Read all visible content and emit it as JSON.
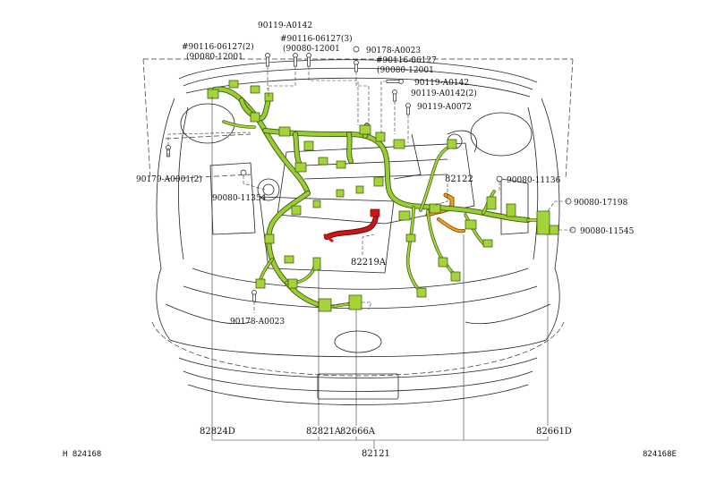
{
  "diagram": {
    "colors": {
      "main_harness": "#9acd32",
      "harness_outline": "#3a5a12",
      "battery_cable": "#d21414",
      "engine_room_wire": "#f0a020"
    },
    "labels": {
      "p90119_a0142_top": "90119-A0142",
      "p90116_06127_2": "#90116-06127(2)",
      "p90080_12001_a": "(90080-12001",
      "p90116_06127_3": "#90116-06127(3)",
      "p90080_12001_b": "(90080-12001",
      "p90178_a0023_top": "90178-A0023",
      "p90116_06127": "#90116-06127",
      "p90080_12001_c": "(90080-12001",
      "p90119_a0142_r": "90119-A0142",
      "p90119_a0142_2": "90119-A0142(2)",
      "p90119_a0072": "90119-A0072",
      "p90179_a0001_2": "90179-A0001(2)",
      "p90080_11354": "90080-11354",
      "p82122": "82122",
      "p90080_11136": "90080-11136",
      "p90080_17198": "90080-17198",
      "p90080_11545": "90080-11545",
      "p82219a": "82219A",
      "p90178_a0023_bot": "90178-A0023",
      "p82824d": "82824D",
      "p82821a": "82821A",
      "p82666a": "82666A",
      "p82661d": "82661D",
      "p82121": "82121"
    },
    "footer": {
      "left": "H  824168",
      "right": "824168E"
    }
  }
}
